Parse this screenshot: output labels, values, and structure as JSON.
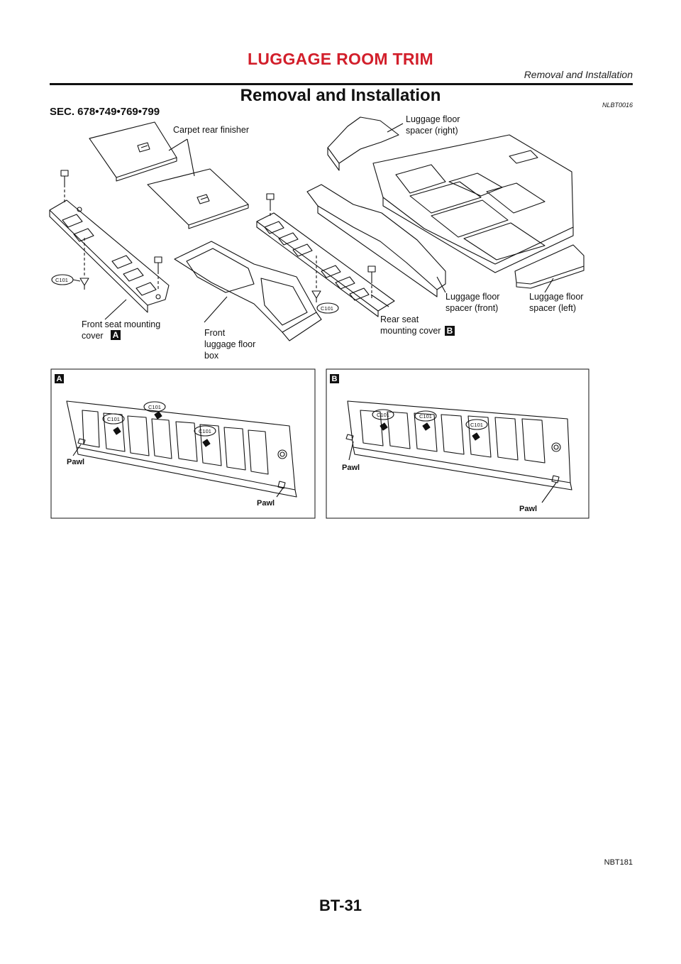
{
  "header": {
    "section_title": "LUGGAGE ROOM TRIM",
    "subtitle": "Removal and Installation"
  },
  "page_title": "Removal and Installation",
  "ref_code": "NLBT0016",
  "sec_label": "SEC. 678•749•769•799",
  "figure": {
    "callouts": {
      "carpet_rear_finisher": "Carpet rear finisher",
      "spacer_right_l1": "Luggage floor",
      "spacer_right_l2": "spacer (right)",
      "front_seat_cover_l1": "Front seat mounting",
      "front_seat_cover_l2": "cover",
      "front_box_l1": "Front",
      "front_box_l2": "luggage floor",
      "front_box_l3": "box",
      "rear_seat_cover_l1": "Rear seat",
      "rear_seat_cover_l2": "mounting cover",
      "spacer_front_l1": "Luggage floor",
      "spacer_front_l2": "spacer (front)",
      "spacer_left_l1": "Luggage floor",
      "spacer_left_l2": "spacer (left)"
    },
    "clip_code": "C101",
    "badge_a": "A",
    "badge_b": "B",
    "pawl_label": "Pawl",
    "figure_code": "NBT181"
  },
  "footer": {
    "page_number": "BT-31"
  }
}
